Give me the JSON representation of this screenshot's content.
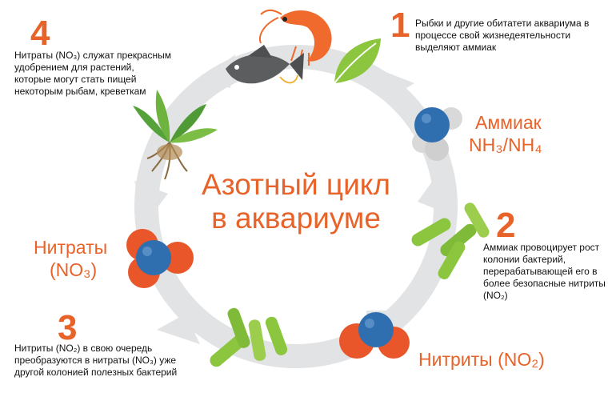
{
  "title": {
    "line1": "Азотный цикл",
    "line2": "в аквариуме"
  },
  "colors": {
    "accent": "#e8632a",
    "arrow": "#e1e3e5",
    "bacteria": "#8cc63f",
    "nitrogen": "#2f6fb0",
    "oxygen": "#e8562a",
    "hydrogen": "#d6d6d6"
  },
  "steps": [
    {
      "number": "1",
      "text": "Рыбки и другие обитатети аквариума в процессе свой жизнедеятельности выделяют аммиак"
    },
    {
      "number": "2",
      "text": "Аммиак провоцирует рост колонии бактерий, перерабатывающей его в более безопасные нитриты (NO₂)"
    },
    {
      "number": "3",
      "text": "Нитриты (NO₂) в свою очередь преобразуются в нитраты (NO₃) уже другой колонией полезных бактерий"
    },
    {
      "number": "4",
      "text": "Нитраты (NO₃) служат прекрасным удобрением для растений, которые могут стать пищей некоторым рыбам, креветкам"
    }
  ],
  "compounds": {
    "ammonia": {
      "name": "Аммиак",
      "formula": "NH₃/NH₄"
    },
    "nitrites": {
      "label": "Нитриты (NO₂)"
    },
    "nitrates": {
      "name": "Нитраты",
      "formula": "(NO₃)"
    }
  },
  "icons": [
    "shrimp-icon",
    "fish-icon",
    "leaf-icon",
    "plant-icon",
    "ammonia-molecule-icon",
    "bacteria-icon",
    "nitrite-molecule-icon",
    "nitrate-molecule-icon"
  ]
}
